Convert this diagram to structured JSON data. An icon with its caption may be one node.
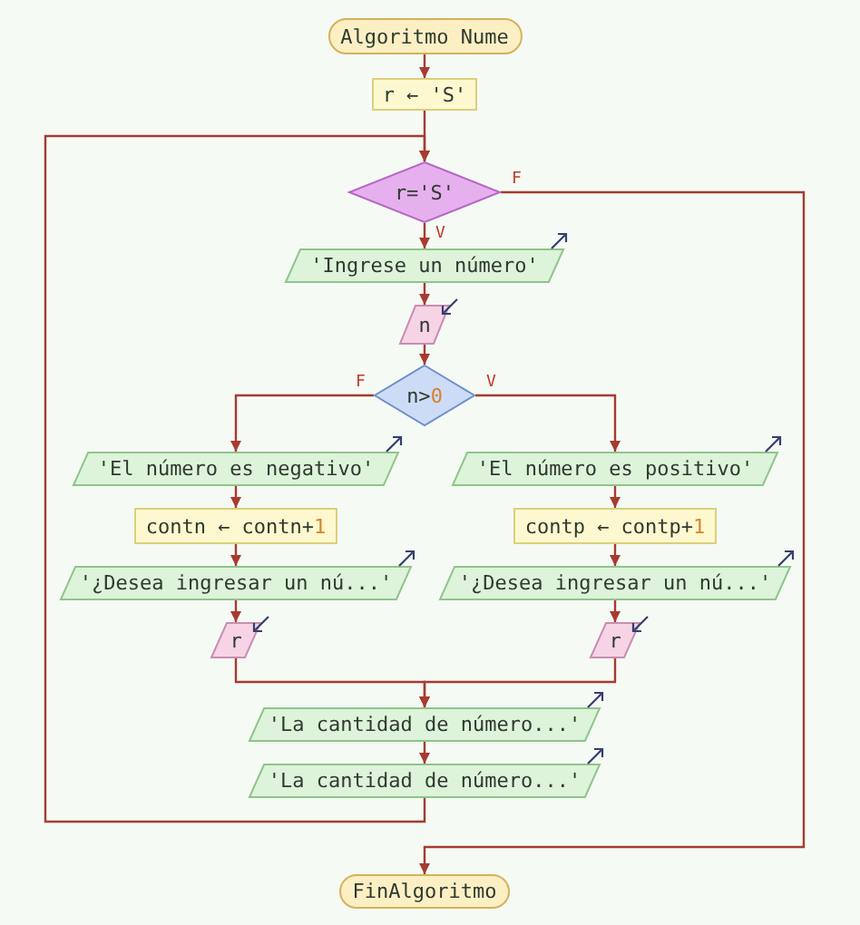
{
  "diagram": {
    "nodes": [
      {
        "text": [
          "Algoritmo Nume"
        ]
      },
      {
        "text": [
          "r ← 'S'"
        ]
      },
      {
        "text": [
          "r='S'"
        ]
      },
      {
        "text": [
          "'Ingrese un número'"
        ]
      },
      {
        "text": [
          "n"
        ]
      },
      {
        "text": [
          "n>0"
        ]
      },
      {
        "text": [
          "'El número es negativo'"
        ]
      },
      {
        "text": [
          "'El número es positivo'"
        ]
      },
      {
        "text": [
          "contn ← contn+1"
        ]
      },
      {
        "text": [
          "contp ← contp+1"
        ]
      },
      {
        "text": [
          "'¿Desea ingresar un nú...'"
        ]
      },
      {
        "text": [
          "'¿Desea ingresar un nú...'"
        ]
      },
      {
        "text": [
          "r"
        ]
      },
      {
        "text": [
          "r"
        ]
      },
      {
        "text": [
          "'La cantidad de número...'"
        ]
      },
      {
        "text": [
          "'La cantidad de número...'"
        ]
      },
      {
        "text": [
          "FinAlgoritmo"
        ]
      }
    ],
    "edges": [
      {
        "from": 0,
        "to": 1,
        "arrow": "to"
      },
      {
        "from": 1,
        "to": 2,
        "arrow": "to"
      },
      {
        "from": 2,
        "to": 3,
        "arrow": "to",
        "label": "V"
      },
      {
        "from": 3,
        "to": 4,
        "arrow": "to"
      },
      {
        "from": 4,
        "to": 5,
        "arrow": "to"
      },
      {
        "from": 5,
        "to": 6,
        "arrow": "to",
        "label": "F"
      },
      {
        "from": 5,
        "to": 7,
        "arrow": "to",
        "label": "V"
      },
      {
        "from": 6,
        "to": 8,
        "arrow": "to"
      },
      {
        "from": 7,
        "to": 9,
        "arrow": "to"
      },
      {
        "from": 8,
        "to": 10,
        "arrow": "to"
      },
      {
        "from": 9,
        "to": 11,
        "arrow": "to"
      },
      {
        "from": 10,
        "to": 12,
        "arrow": "to"
      },
      {
        "from": 11,
        "to": 13,
        "arrow": "to"
      },
      {
        "from": 12,
        "to": 14,
        "arrow": "to"
      },
      {
        "from": 13,
        "to": 14,
        "arrow": "to"
      },
      {
        "from": 14,
        "to": 15,
        "arrow": "to"
      },
      {
        "from": 15,
        "to": 2,
        "arrow": "to"
      },
      {
        "from": 2,
        "to": 16,
        "arrow": "to",
        "label": "F"
      }
    ]
  }
}
